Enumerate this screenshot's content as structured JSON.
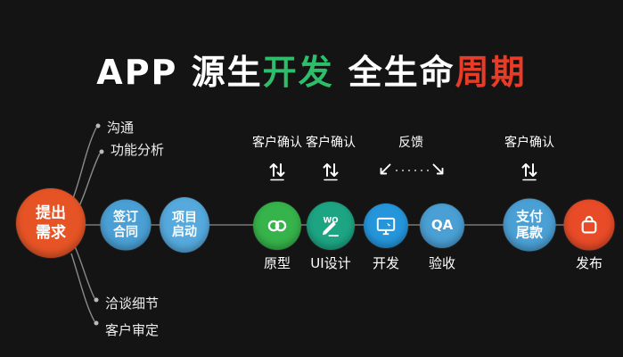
{
  "page": {
    "background": "#141414",
    "line_color": "#5f5f5f"
  },
  "title": {
    "part1": "APP 源生",
    "part2": "开发",
    "part3": "全生命",
    "part4": "周期",
    "colors": {
      "part1": "#ffffff",
      "part2": "#2ebd6b",
      "part3": "#ffffff",
      "part4": "#e73c27"
    }
  },
  "start_node": {
    "line1": "提出",
    "line2": "需求",
    "color": "#e65426"
  },
  "branches": [
    {
      "label": "沟通"
    },
    {
      "label": "功能分析"
    },
    {
      "label": "洽谈细节"
    },
    {
      "label": "客户审定"
    }
  ],
  "steps": [
    {
      "name": "sign-contract",
      "line1": "签订",
      "line2": "合同",
      "color": "#4a9fd4"
    },
    {
      "name": "project-kickoff",
      "line1": "项目",
      "line2": "启动",
      "color": "#55a9dd"
    },
    {
      "name": "prototype",
      "label": "原型",
      "color": "#36b34a",
      "icon": "chain-link-icon"
    },
    {
      "name": "ui-design",
      "label": "UI设计",
      "color": "#1da583",
      "icon": "pencil-wo-icon",
      "icon_text": "WO"
    },
    {
      "name": "development",
      "label": "开发",
      "color": "#2596dc",
      "icon": "monitor-icon"
    },
    {
      "name": "acceptance",
      "label": "验收",
      "color": "#4a9fd4",
      "badge": "QA"
    },
    {
      "name": "final-payment",
      "line1": "支付",
      "line2": "尾款",
      "color": "#4a9fd4"
    },
    {
      "name": "release",
      "label": "发布",
      "color": "#e84b28",
      "icon": "shopping-bag-icon"
    }
  ],
  "annotations": [
    {
      "label": "客户确认",
      "icon": "swap-vertical-arrows-icon"
    },
    {
      "label": "客户确认",
      "icon": "swap-vertical-arrows-icon"
    },
    {
      "label": "反馈",
      "icon": "feedback-diagonal-arrows-icon"
    },
    {
      "label": "客户确认",
      "icon": "swap-vertical-arrows-icon"
    }
  ]
}
